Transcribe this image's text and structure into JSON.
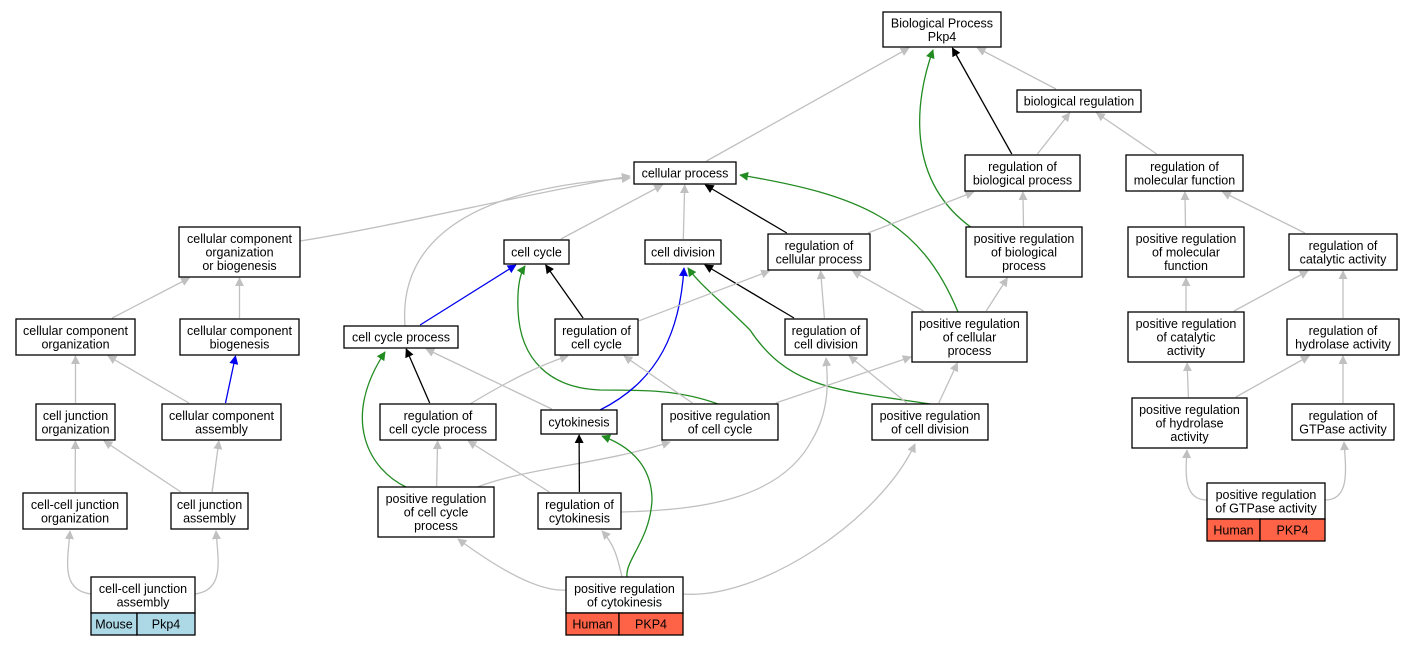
{
  "colors": {
    "is_a": "#c0c0c0",
    "part_of": "#000000",
    "regulates": "#0000ee",
    "positively_regulates": "#228b22",
    "mouse_annotation": "#add8e6",
    "human_annotation": "#ff6347"
  },
  "nodes": {
    "bp_root": [
      "Biological Process",
      "Pkp4"
    ],
    "biological_regulation": [
      "biological regulation"
    ],
    "cellular_process": [
      "cellular process"
    ],
    "regulation_of_biological_process": [
      "regulation of",
      "biological process"
    ],
    "regulation_of_molecular_function": [
      "regulation of",
      "molecular function"
    ],
    "ccob": [
      "cellular component",
      "organization",
      "or biogenesis"
    ],
    "cell_cycle": [
      "cell cycle"
    ],
    "cell_division": [
      "cell division"
    ],
    "regulation_of_cellular_process": [
      "regulation of",
      "cellular process"
    ],
    "positive_regulation_of_biological_process": [
      "positive regulation",
      "of biological",
      "process"
    ],
    "positive_regulation_of_molecular_function": [
      "positive regulation",
      "of molecular",
      "function"
    ],
    "regulation_of_catalytic_activity": [
      "regulation of",
      "catalytic activity"
    ],
    "cellular_component_organization": [
      "cellular component",
      "organization"
    ],
    "cellular_component_biogenesis": [
      "cellular component",
      "biogenesis"
    ],
    "cell_cycle_process": [
      "cell cycle process"
    ],
    "regulation_of_cell_cycle": [
      "regulation of",
      "cell cycle"
    ],
    "regulation_of_cell_division": [
      "regulation of",
      "cell division"
    ],
    "positive_regulation_of_cellular_process": [
      "positive regulation",
      "of cellular",
      "process"
    ],
    "positive_regulation_of_catalytic_activity": [
      "positive regulation",
      "of catalytic",
      "activity"
    ],
    "regulation_of_hydrolase_activity": [
      "regulation of",
      "hydrolase activity"
    ],
    "cell_junction_organization": [
      "cell junction",
      "organization"
    ],
    "cellular_component_assembly": [
      "cellular component",
      "assembly"
    ],
    "regulation_of_cell_cycle_process": [
      "regulation of",
      "cell cycle process"
    ],
    "cytokinesis": [
      "cytokinesis"
    ],
    "positive_regulation_of_cell_cycle": [
      "positive regulation",
      "of cell cycle"
    ],
    "positive_regulation_of_cell_division": [
      "positive regulation",
      "of cell division"
    ],
    "positive_regulation_of_hydrolase_activity": [
      "positive regulation",
      "of hydrolase",
      "activity"
    ],
    "regulation_of_gtpase_activity": [
      "regulation of",
      "GTPase activity"
    ],
    "cell_cell_junction_organization": [
      "cell-cell junction",
      "organization"
    ],
    "cell_junction_assembly": [
      "cell junction",
      "assembly"
    ],
    "positive_regulation_of_cell_cycle_process": [
      "positive regulation",
      "of cell cycle",
      "process"
    ],
    "regulation_of_cytokinesis": [
      "regulation of",
      "cytokinesis"
    ],
    "positive_regulation_of_gtpase_activity": [
      "positive regulation",
      "of GTPase activity"
    ],
    "cell_cell_junction_assembly": [
      "cell-cell junction",
      "assembly"
    ],
    "positive_regulation_of_cytokinesis": [
      "positive regulation",
      "of cytokinesis"
    ]
  },
  "annotations": {
    "cell_cell_junction_assembly": {
      "species": "Mouse",
      "gene": "Pkp4"
    },
    "positive_regulation_of_cytokinesis": {
      "species": "Human",
      "gene": "PKP4"
    },
    "positive_regulation_of_gtpase_activity": {
      "species": "Human",
      "gene": "PKP4"
    }
  },
  "edges": [
    {
      "from": "cellular_process",
      "to": "bp_root",
      "type": "is_a"
    },
    {
      "from": "biological_regulation",
      "to": "bp_root",
      "type": "is_a"
    },
    {
      "from": "regulation_of_biological_process",
      "to": "bp_root",
      "type": "part_of"
    },
    {
      "from": "positive_regulation_of_biological_process",
      "to": "bp_root",
      "type": "positively_regulates"
    },
    {
      "from": "regulation_of_biological_process",
      "to": "biological_regulation",
      "type": "is_a"
    },
    {
      "from": "regulation_of_molecular_function",
      "to": "biological_regulation",
      "type": "is_a"
    },
    {
      "from": "ccob",
      "to": "cellular_process",
      "type": "is_a"
    },
    {
      "from": "cell_cycle",
      "to": "cellular_process",
      "type": "is_a"
    },
    {
      "from": "cell_division",
      "to": "cellular_process",
      "type": "is_a"
    },
    {
      "from": "regulation_of_cellular_process",
      "to": "cellular_process",
      "type": "part_of"
    },
    {
      "from": "positive_regulation_of_cellular_process",
      "to": "cellular_process",
      "type": "positively_regulates"
    },
    {
      "from": "cell_cycle_process",
      "to": "cellular_process",
      "type": "is_a"
    },
    {
      "from": "regulation_of_cellular_process",
      "to": "regulation_of_biological_process",
      "type": "is_a"
    },
    {
      "from": "positive_regulation_of_biological_process",
      "to": "regulation_of_biological_process",
      "type": "is_a"
    },
    {
      "from": "positive_regulation_of_molecular_function",
      "to": "regulation_of_molecular_function",
      "type": "is_a"
    },
    {
      "from": "regulation_of_catalytic_activity",
      "to": "regulation_of_molecular_function",
      "type": "is_a"
    },
    {
      "from": "cellular_component_organization",
      "to": "ccob",
      "type": "is_a"
    },
    {
      "from": "cellular_component_biogenesis",
      "to": "ccob",
      "type": "is_a"
    },
    {
      "from": "cell_cycle_process",
      "to": "cell_cycle",
      "type": "regulates"
    },
    {
      "from": "regulation_of_cell_cycle",
      "to": "cell_cycle",
      "type": "part_of"
    },
    {
      "from": "positive_regulation_of_cell_cycle",
      "to": "cell_cycle",
      "type": "positively_regulates"
    },
    {
      "from": "regulation_of_cell_division",
      "to": "cell_division",
      "type": "part_of"
    },
    {
      "from": "cytokinesis",
      "to": "cell_division",
      "type": "regulates"
    },
    {
      "from": "positive_regulation_of_cell_division",
      "to": "cell_division",
      "type": "positively_regulates"
    },
    {
      "from": "regulation_of_cell_division",
      "to": "regulation_of_cellular_process",
      "type": "is_a"
    },
    {
      "from": "positive_regulation_of_cellular_process",
      "to": "regulation_of_cellular_process",
      "type": "is_a"
    },
    {
      "from": "regulation_of_cell_cycle",
      "to": "regulation_of_cellular_process",
      "type": "is_a"
    },
    {
      "from": "positive_regulation_of_cellular_process",
      "to": "positive_regulation_of_biological_process",
      "type": "is_a"
    },
    {
      "from": "positive_regulation_of_catalytic_activity",
      "to": "positive_regulation_of_molecular_function",
      "type": "is_a"
    },
    {
      "from": "positive_regulation_of_catalytic_activity",
      "to": "regulation_of_catalytic_activity",
      "type": "is_a"
    },
    {
      "from": "regulation_of_hydrolase_activity",
      "to": "regulation_of_catalytic_activity",
      "type": "is_a"
    },
    {
      "from": "cell_junction_organization",
      "to": "cellular_component_organization",
      "type": "is_a"
    },
    {
      "from": "cellular_component_assembly",
      "to": "cellular_component_organization",
      "type": "is_a"
    },
    {
      "from": "cellular_component_assembly",
      "to": "cellular_component_biogenesis",
      "type": "regulates"
    },
    {
      "from": "regulation_of_cell_cycle_process",
      "to": "cell_cycle_process",
      "type": "part_of"
    },
    {
      "from": "cytokinesis",
      "to": "cell_cycle_process",
      "type": "is_a"
    },
    {
      "from": "positive_regulation_of_cell_cycle_process",
      "to": "cell_cycle_process",
      "type": "positively_regulates"
    },
    {
      "from": "regulation_of_cell_cycle_process",
      "to": "regulation_of_cell_cycle",
      "type": "is_a"
    },
    {
      "from": "positive_regulation_of_cell_cycle",
      "to": "regulation_of_cell_cycle",
      "type": "is_a"
    },
    {
      "from": "positive_regulation_of_cell_division",
      "to": "regulation_of_cell_division",
      "type": "is_a"
    },
    {
      "from": "regulation_of_cytokinesis",
      "to": "regulation_of_cell_division",
      "type": "is_a"
    },
    {
      "from": "positive_regulation_of_cell_cycle",
      "to": "positive_regulation_of_cellular_process",
      "type": "is_a"
    },
    {
      "from": "positive_regulation_of_cell_division",
      "to": "positive_regulation_of_cellular_process",
      "type": "is_a"
    },
    {
      "from": "positive_regulation_of_hydrolase_activity",
      "to": "positive_regulation_of_catalytic_activity",
      "type": "is_a"
    },
    {
      "from": "positive_regulation_of_hydrolase_activity",
      "to": "regulation_of_hydrolase_activity",
      "type": "is_a"
    },
    {
      "from": "regulation_of_gtpase_activity",
      "to": "regulation_of_hydrolase_activity",
      "type": "is_a"
    },
    {
      "from": "cell_cell_junction_organization",
      "to": "cell_junction_organization",
      "type": "is_a"
    },
    {
      "from": "cell_junction_assembly",
      "to": "cell_junction_organization",
      "type": "is_a"
    },
    {
      "from": "cell_junction_assembly",
      "to": "cellular_component_assembly",
      "type": "is_a"
    },
    {
      "from": "positive_regulation_of_cell_cycle_process",
      "to": "regulation_of_cell_cycle_process",
      "type": "is_a"
    },
    {
      "from": "regulation_of_cytokinesis",
      "to": "regulation_of_cell_cycle_process",
      "type": "is_a"
    },
    {
      "from": "positive_regulation_of_cell_cycle_process",
      "to": "positive_regulation_of_cell_cycle",
      "type": "is_a"
    },
    {
      "from": "regulation_of_cytokinesis",
      "to": "cytokinesis",
      "type": "part_of"
    },
    {
      "from": "positive_regulation_of_cytokinesis",
      "to": "cytokinesis",
      "type": "positively_regulates"
    },
    {
      "from": "positive_regulation_of_gtpase_activity",
      "to": "positive_regulation_of_hydrolase_activity",
      "type": "is_a"
    },
    {
      "from": "positive_regulation_of_gtpase_activity",
      "to": "regulation_of_gtpase_activity",
      "type": "is_a"
    },
    {
      "from": "cell_cell_junction_assembly",
      "to": "cell_cell_junction_organization",
      "type": "is_a"
    },
    {
      "from": "cell_cell_junction_assembly",
      "to": "cell_junction_assembly",
      "type": "is_a"
    },
    {
      "from": "positive_regulation_of_cytokinesis",
      "to": "regulation_of_cytokinesis",
      "type": "is_a"
    },
    {
      "from": "positive_regulation_of_cytokinesis",
      "to": "positive_regulation_of_cell_cycle_process",
      "type": "is_a"
    },
    {
      "from": "positive_regulation_of_cytokinesis",
      "to": "positive_regulation_of_cell_division",
      "type": "is_a"
    }
  ]
}
